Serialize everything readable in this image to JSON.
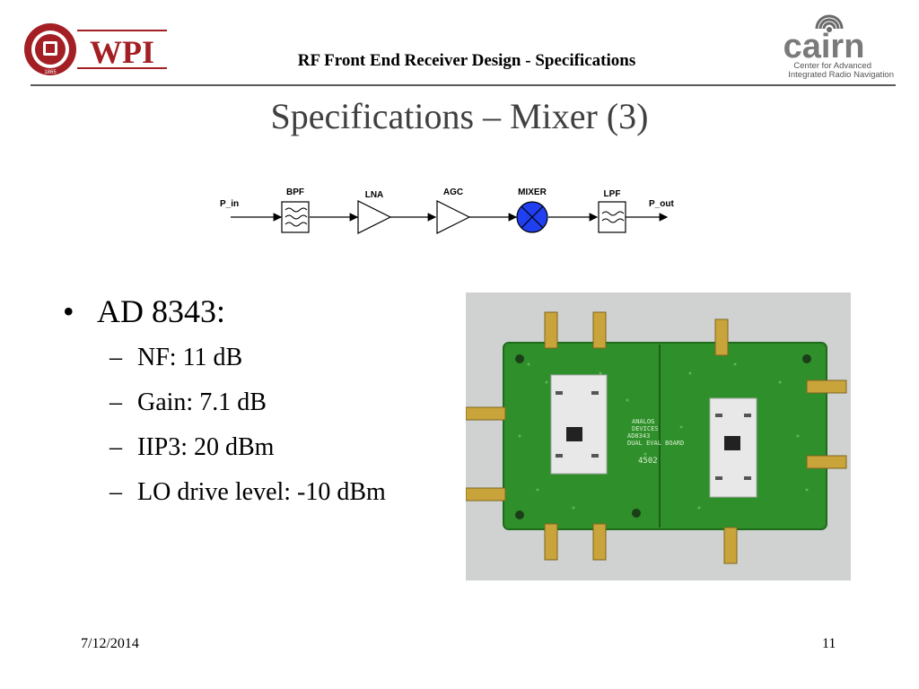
{
  "header": {
    "title": "RF Front End Receiver Design - Specifications",
    "wpi_logo_text": "WPI",
    "wpi_seal_year": "1865",
    "cairn_logo_text": "cairn",
    "cairn_tagline_1": "Center for Advanced",
    "cairn_tagline_2": "Integrated Radio Navigation"
  },
  "slide": {
    "title": "Specifications – Mixer (3)"
  },
  "diagram": {
    "input_label": "P_in",
    "output_label": "P_out",
    "blocks": [
      "BPF",
      "LNA",
      "AGC",
      "MIXER",
      "LPF"
    ],
    "mixer_color": "#1f3ff0"
  },
  "bullets": {
    "main": "AD 8343:",
    "items": [
      "NF: 11 dB",
      "Gain: 7.1 dB",
      "IIP3: 20 dBm",
      "LO drive level: -10 dBm"
    ]
  },
  "photo": {
    "board_text_1": "ANALOG",
    "board_text_2": "DEVICES",
    "board_text_3": "AD8343",
    "board_text_4": "DUAL EVAL BOARD",
    "board_text_5": "4502"
  },
  "footer": {
    "date": "7/12/2014",
    "page": "11"
  },
  "colors": {
    "wpi_red": "#a31f24",
    "board_green": "#2f8f2a",
    "rule": "#5a5a5a"
  }
}
